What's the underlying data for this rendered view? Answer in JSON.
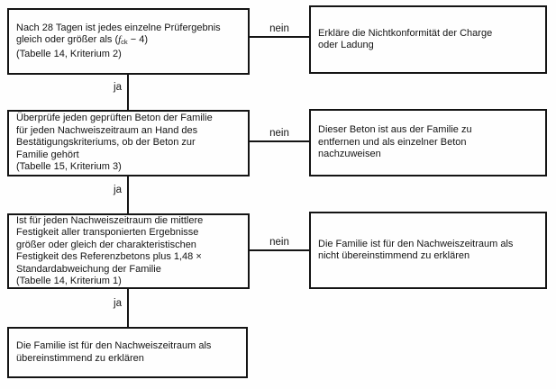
{
  "diagram": {
    "type": "flowchart",
    "colors": {
      "ink": "#141414",
      "background": "#fefefe"
    },
    "labels": {
      "yes": "ja",
      "no": "nein"
    },
    "decision1": {
      "line1": "Nach 28 Tagen ist jedes einzelne Prüfergebnis",
      "line2_pre": "gleich oder größer als (",
      "f_symbol": "f",
      "f_subscript": "ck",
      "line2_post": " − 4)",
      "line3": "(Tabelle 14, Kriterium 2)"
    },
    "outcome1": {
      "lines": [
        "Erkläre die Nichtkonformität der Charge",
        "oder Ladung"
      ]
    },
    "decision2": {
      "lines": [
        "Überprüfe jeden geprüften Beton der Familie",
        "für jeden Nachweiszeitraum an Hand des",
        "Bestätigungskriteriums, ob der Beton zur",
        "Familie gehört",
        "(Tabelle 15, Kriterium 3)"
      ]
    },
    "outcome2": {
      "lines": [
        "Dieser Beton ist aus der Familie zu",
        "entfernen und als einzelner Beton",
        "nachzuweisen"
      ]
    },
    "decision3": {
      "lines": [
        "Ist für jeden Nachweiszeitraum die mittlere",
        "Festigkeit aller transponierten Ergebnisse",
        "größer oder gleich der charakteristischen",
        "Festigkeit des Referenzbetons plus 1,48 ×",
        "Standardabweichung der Familie",
        "(Tabelle 14, Kriterium 1)"
      ]
    },
    "outcome3": {
      "lines": [
        "Die Familie ist für den Nachweiszeitraum als",
        "nicht übereinstimmend zu erklären"
      ]
    },
    "final": {
      "lines": [
        "Die Familie ist für den Nachweiszeitraum als",
        "übereinstimmend zu erklären"
      ]
    }
  }
}
